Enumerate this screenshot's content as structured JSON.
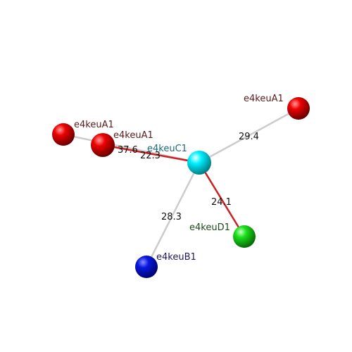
{
  "atoms": [
    {
      "id": "center",
      "label": "e4keuC1",
      "color": "#00e5ee",
      "label_color": "#1a6a7a"
    },
    {
      "id": "a-top-right",
      "label": "e4keuA1",
      "color": "#e00000",
      "label_color": "#5a1a1a"
    },
    {
      "id": "a-left-near",
      "label": "e4keuA1",
      "color": "#e00000",
      "label_color": "#5a1a1a"
    },
    {
      "id": "a-left-far",
      "label": "e4keuA1",
      "color": "#e00000",
      "label_color": "#5a1a1a"
    },
    {
      "id": "b",
      "label": "e4keuB1",
      "color": "#0010d0",
      "label_color": "#1a1a5a"
    },
    {
      "id": "d",
      "label": "e4keuD1",
      "color": "#10d010",
      "label_color": "#1a4a1a"
    }
  ],
  "distances": [
    {
      "from": "center",
      "to": "a-top-right",
      "value": "29.4",
      "color": "#cccccc"
    },
    {
      "from": "center",
      "to": "a-left-near",
      "value": "22.3",
      "color": "#cc2020"
    },
    {
      "from": "center",
      "to": "a-left-far",
      "value": "37.6",
      "color": "#cccccc"
    },
    {
      "from": "center",
      "to": "b",
      "value": "28.3",
      "color": "#cccccc"
    },
    {
      "from": "center",
      "to": "d",
      "value": "24.1",
      "color": "#cc2020"
    }
  ]
}
